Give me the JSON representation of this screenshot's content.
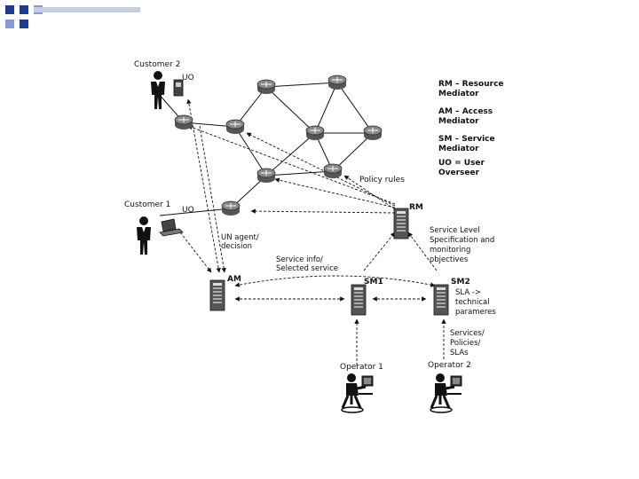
{
  "colors": {
    "accent": "#1f3a8f",
    "line": "#111111"
  },
  "labels": {
    "customer2": "Customer 2",
    "customer1": "Customer 1",
    "uo_c2": "UO",
    "uo_c1": "UO",
    "policy_rules": "Policy rules",
    "rm": "RM",
    "am": "AM",
    "sm1": "SM1",
    "sm2": "SM2",
    "operator1": "Operator 1",
    "operator2": "Operator 2",
    "un_agent": [
      "UN agent/",
      "decision"
    ],
    "service_info": [
      "Service info/",
      "Selected service"
    ],
    "service_level": [
      "Service Level",
      "Specification and",
      "monitoring",
      "objectives"
    ],
    "sla_params": [
      "SLA ->",
      "technical",
      "parameres"
    ],
    "services_policies": [
      "Services/",
      "Policies/",
      "SLAs"
    ]
  },
  "legend": [
    {
      "line1": "RM – Resource",
      "line2": "Mediator"
    },
    {
      "line1": "AM – Access",
      "line2": "Mediator"
    },
    {
      "line1": "SM – Service",
      "line2": "Mediator"
    },
    {
      "line1": "UO = User",
      "line2": "Overseer"
    }
  ]
}
